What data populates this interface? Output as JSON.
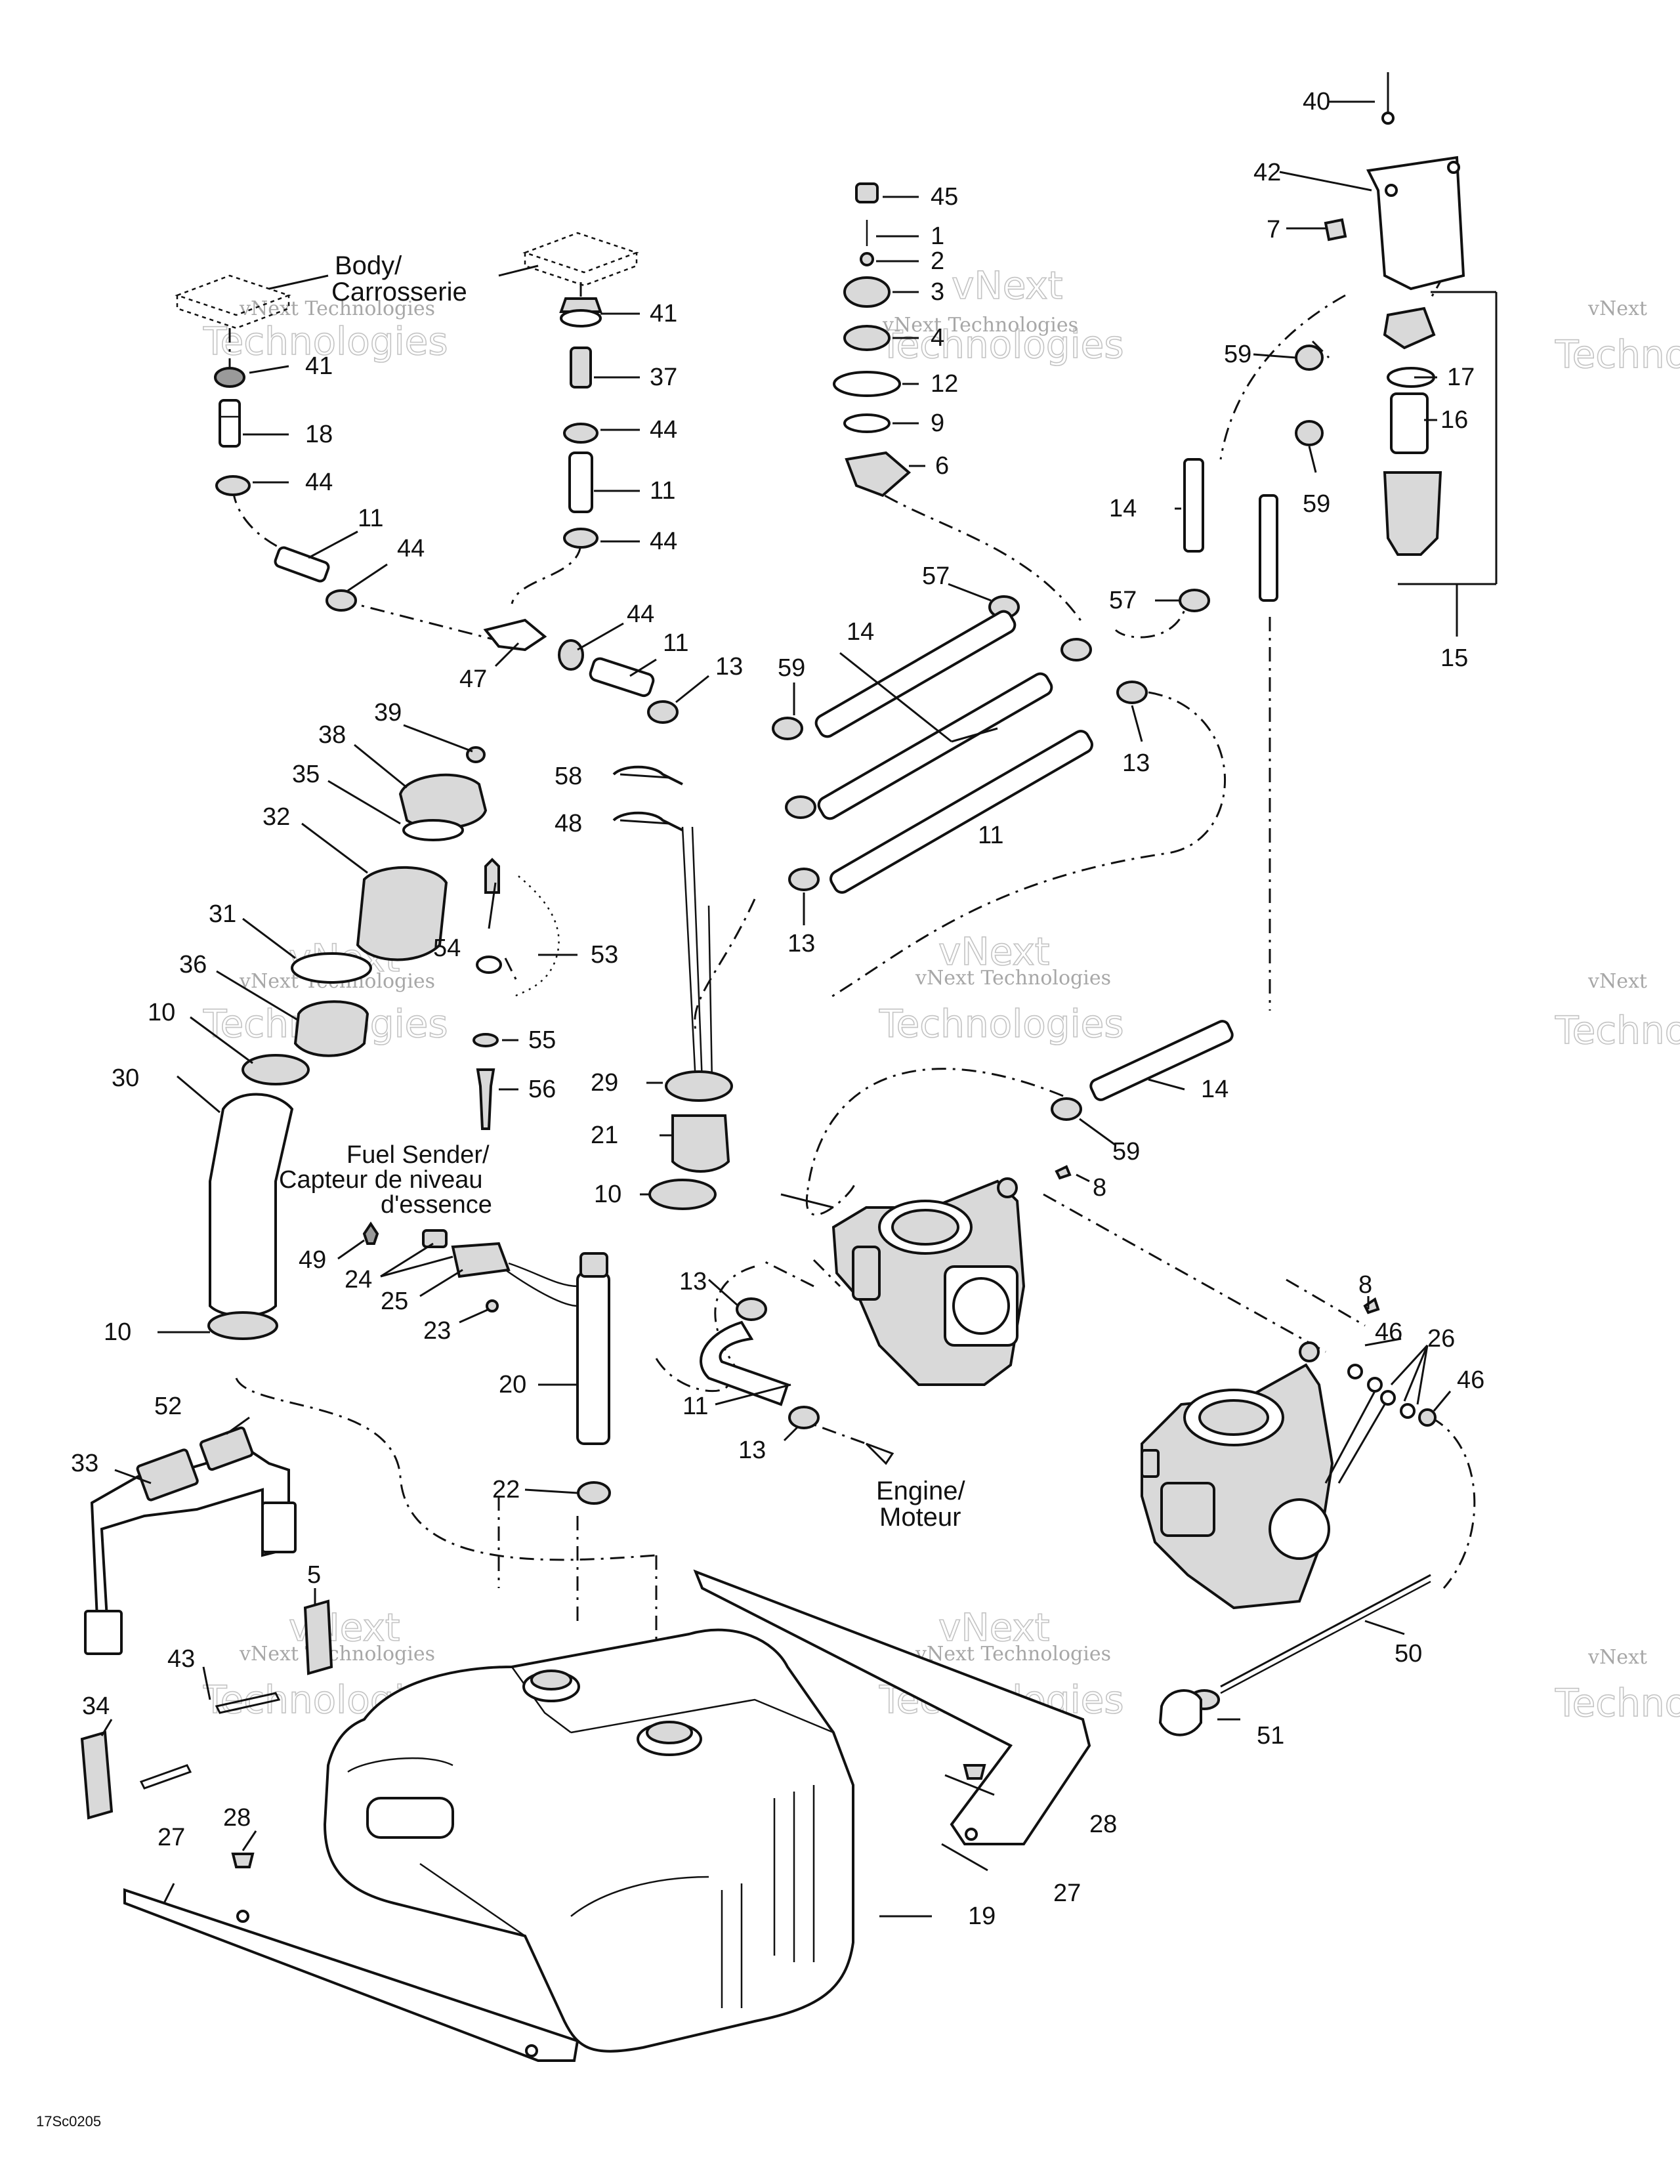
{
  "diagram": {
    "callouts": [
      "40",
      "42",
      "7",
      "45",
      "1",
      "2",
      "3",
      "4",
      "12",
      "9",
      "6",
      "41",
      "37",
      "44",
      "11",
      "18",
      "47",
      "13",
      "57",
      "59",
      "14",
      "15",
      "16",
      "17",
      "39",
      "38",
      "35",
      "32",
      "31",
      "36",
      "10",
      "30",
      "54",
      "53",
      "55",
      "56",
      "29",
      "21",
      "58",
      "48",
      "8",
      "49",
      "24",
      "25",
      "23",
      "20",
      "22",
      "46",
      "26",
      "52",
      "33",
      "5",
      "43",
      "34",
      "28",
      "27",
      "19",
      "50",
      "51"
    ],
    "notes": {
      "body": "Body/",
      "body_fr": "Carrosserie",
      "fuel_sender": "Fuel Sender/",
      "fuel_sender_fr1": "Capteur de niveau",
      "fuel_sender_fr2": "d'essence",
      "engine": "Engine/",
      "engine_fr": "Moteur"
    },
    "figure_code": "17Sc0205",
    "watermark": {
      "line1": "vNext Technologies",
      "line2a": "vNext",
      "line2b": "Technologies"
    }
  }
}
